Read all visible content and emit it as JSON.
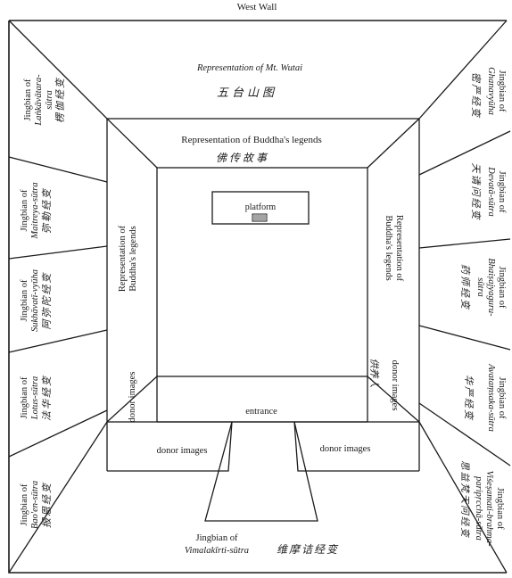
{
  "top_label": "West Wall",
  "ceiling": {
    "title_prefix": "Representation of ",
    "title_em": "Mt. Wutai",
    "chinese": "五台山图"
  },
  "inner_top": {
    "title": "Representation of Buddha's legends",
    "chinese": "佛传故事"
  },
  "inner_left": {
    "line1": "Representation of",
    "line2": "Buddha's legends"
  },
  "inner_right": {
    "line1": "Representation of",
    "line2": "Buddha's legends"
  },
  "platform": {
    "label": "platform"
  },
  "entrance": {
    "label": "entrance"
  },
  "donors": {
    "left_vertical": "donor images",
    "right_vertical": "donor images",
    "bottom_left": "donor images",
    "bottom_right": "donor images",
    "right_chinese": "供养人"
  },
  "bottom_panel": {
    "line1": "Jingbian of",
    "line2": "Vimalakīrti-sūtra",
    "chinese": "维摩诘经变"
  },
  "left_panels": [
    {
      "line1": "Jingbian of",
      "line2": "Laṅkāvātara-",
      "line3": "sūtra",
      "chinese": "楞伽经变"
    },
    {
      "line1": "Jingbian of",
      "line2": "Maitreya-sūtra",
      "line3": "",
      "chinese": "弥勒经变"
    },
    {
      "line1": "Jingbian of",
      "line2": "Sukhāvatī-vyūha",
      "line3": "",
      "chinese": "阿弥陀经变"
    },
    {
      "line1": "Jingbian of",
      "line2": "Lotus-sūtra",
      "line3": "",
      "chinese": "法华经变"
    },
    {
      "line1": "Jingbian of",
      "line2": "Bao'en-sūtra",
      "line3": "",
      "chinese": "报恩经变"
    }
  ],
  "right_panels": [
    {
      "line1": "Jingbian of",
      "line2": "Ghanavyūha",
      "line3": "",
      "chinese": "密严经变"
    },
    {
      "line1": "Jingbian of",
      "line2": "Devatā-sūtra",
      "line3": "",
      "chinese": "天请问经变"
    },
    {
      "line1": "Jingbian of",
      "line2": "Bhaiṣajyaguru-",
      "line3": "sūtra",
      "chinese": "药师经变"
    },
    {
      "line1": "Jingbian of",
      "line2": "Avataṃsaka-sūtra",
      "line3": "",
      "chinese": "华严经变"
    },
    {
      "line1": "Jingbian of",
      "line2": "Viśeṣamati-brahma-",
      "line3": "paripṛcchā-sūtra",
      "chinese": "思益梵天问经变"
    }
  ]
}
